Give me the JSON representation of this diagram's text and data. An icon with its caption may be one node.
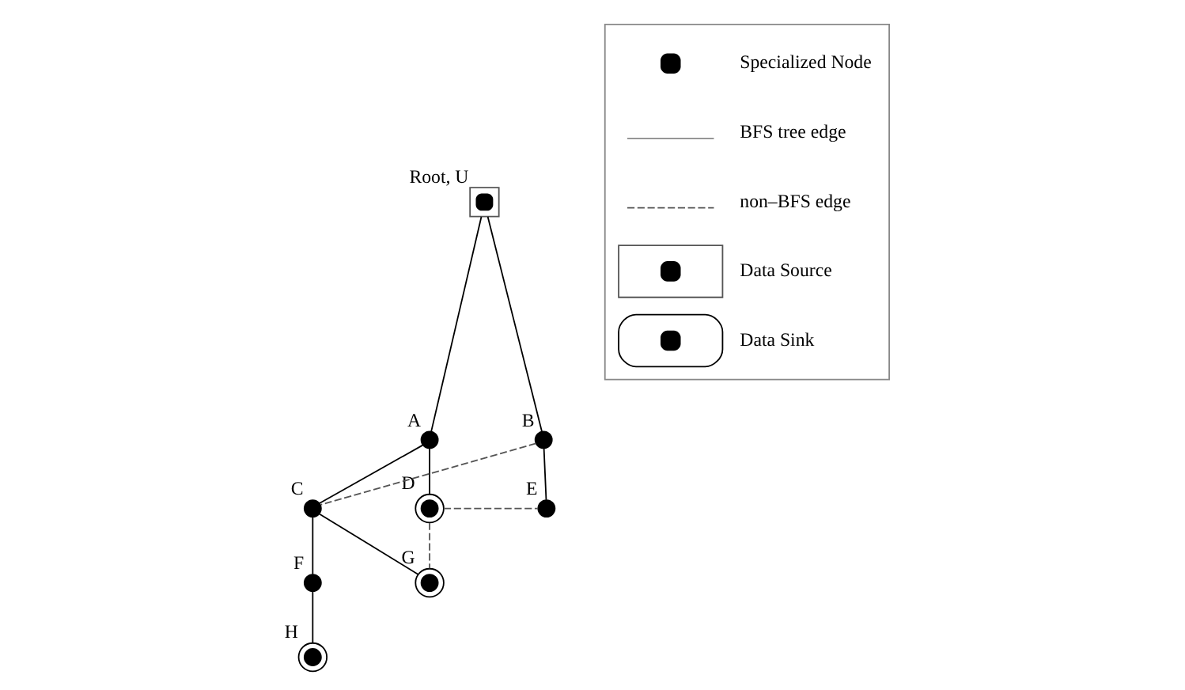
{
  "diagram": {
    "nodes": [
      {
        "text": [],
        "shape": "box",
        "beside": [
          "Root, U"
        ]
      },
      {
        "text": [],
        "shape": "circle",
        "beside": [
          "A"
        ]
      },
      {
        "text": [],
        "shape": "circle",
        "beside": [
          "B"
        ]
      },
      {
        "text": [],
        "shape": "circle",
        "beside": [
          "C"
        ]
      },
      {
        "text": [],
        "shape": "ring",
        "beside": [
          "D"
        ]
      },
      {
        "text": [],
        "shape": "circle",
        "beside": [
          "E"
        ]
      },
      {
        "text": [],
        "shape": "circle",
        "beside": [
          "F"
        ]
      },
      {
        "text": [],
        "shape": "ring",
        "beside": [
          "G"
        ]
      },
      {
        "text": [],
        "shape": "ring",
        "beside": [
          "H"
        ]
      }
    ],
    "edges": [
      {
        "from": 0,
        "to": 1,
        "arrow": "none"
      },
      {
        "from": 0,
        "to": 2,
        "arrow": "none"
      },
      {
        "from": 1,
        "to": 3,
        "arrow": "none"
      },
      {
        "from": 1,
        "to": 4,
        "arrow": "none"
      },
      {
        "from": 2,
        "to": 3,
        "arrow": "none",
        "style": "dashed"
      },
      {
        "from": 2,
        "to": 5,
        "arrow": "none"
      },
      {
        "from": 4,
        "to": 5,
        "arrow": "none",
        "style": "dashed"
      },
      {
        "from": 3,
        "to": 6,
        "arrow": "none"
      },
      {
        "from": 3,
        "to": 7,
        "arrow": "none"
      },
      {
        "from": 4,
        "to": 7,
        "arrow": "none",
        "style": "dashed"
      },
      {
        "from": 6,
        "to": 8,
        "arrow": "none"
      }
    ],
    "legend": [
      {
        "text": "Specialized Node"
      },
      {
        "text": "BFS tree edge"
      },
      {
        "text": "non–BFS edge"
      },
      {
        "text": "Data Source"
      },
      {
        "text": "Data Sink"
      }
    ]
  }
}
